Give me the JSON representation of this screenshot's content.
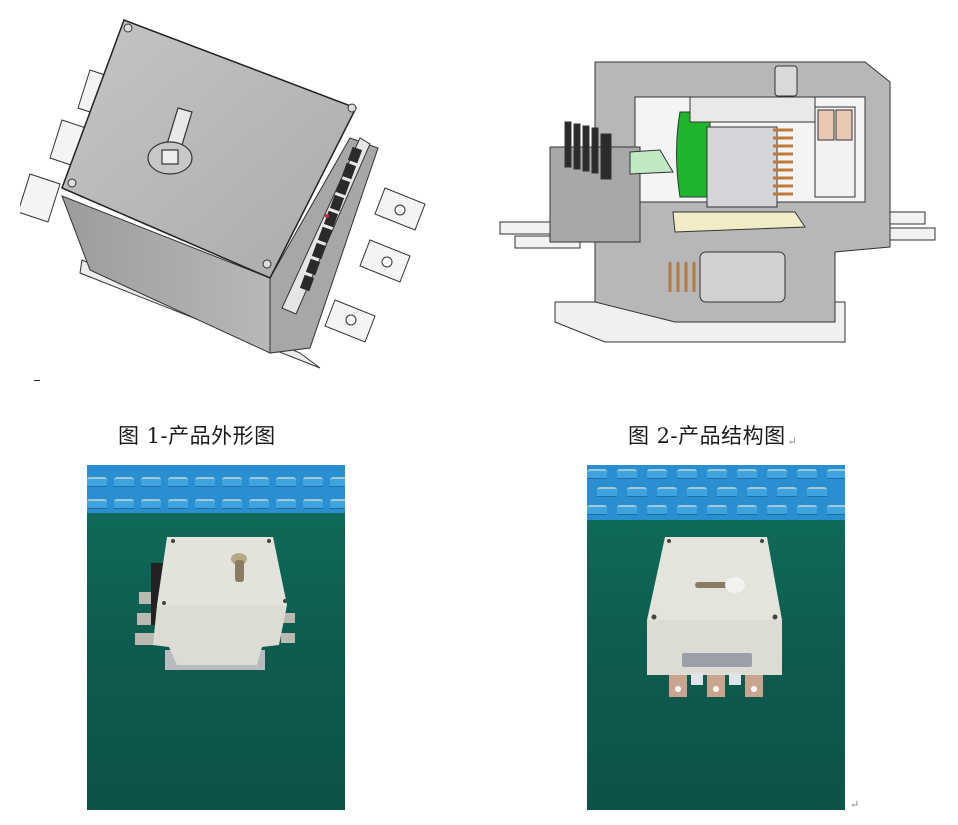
{
  "page": {
    "background": "#ffffff",
    "stray_mark": "-"
  },
  "figures": [
    {
      "id": "fig1",
      "caption": "图 1-产品外形图",
      "caption_paragraph_mark": false,
      "kind": "cad-rendering",
      "description": "Isometric CAD rendering of product exterior: grey box housing with operating handle slot on top, terminal block with 11 terminals on side, three busbar terminals each side"
    },
    {
      "id": "fig2",
      "caption": "图 2-产品结构图",
      "caption_paragraph_mark": true,
      "kind": "cad-section",
      "description": "Cross-section CAD rendering of internal structure: green coil, orange springs, heat sink, contacts, motor"
    },
    {
      "id": "photo1",
      "caption": "",
      "kind": "photo",
      "description": "Photo of white product housing on green mat, side view with terminal block"
    },
    {
      "id": "photo2",
      "caption": "",
      "kind": "photo",
      "description": "Photo of white product housing on green mat, front view with three copper busbar terminals and label plate",
      "paragraph_mark": true
    }
  ],
  "symbols": {
    "paragraph_mark": "↵"
  },
  "colors": {
    "cad_grey": "#b9bbbd",
    "cad_dark": "#7a7c7e",
    "coil_green": "#1fb52d",
    "spring_orange": "#c88a45",
    "mat_green": "#0e5a4c",
    "rack_blue": "#2a8fd0",
    "housing_white": "#e4e4dc"
  }
}
